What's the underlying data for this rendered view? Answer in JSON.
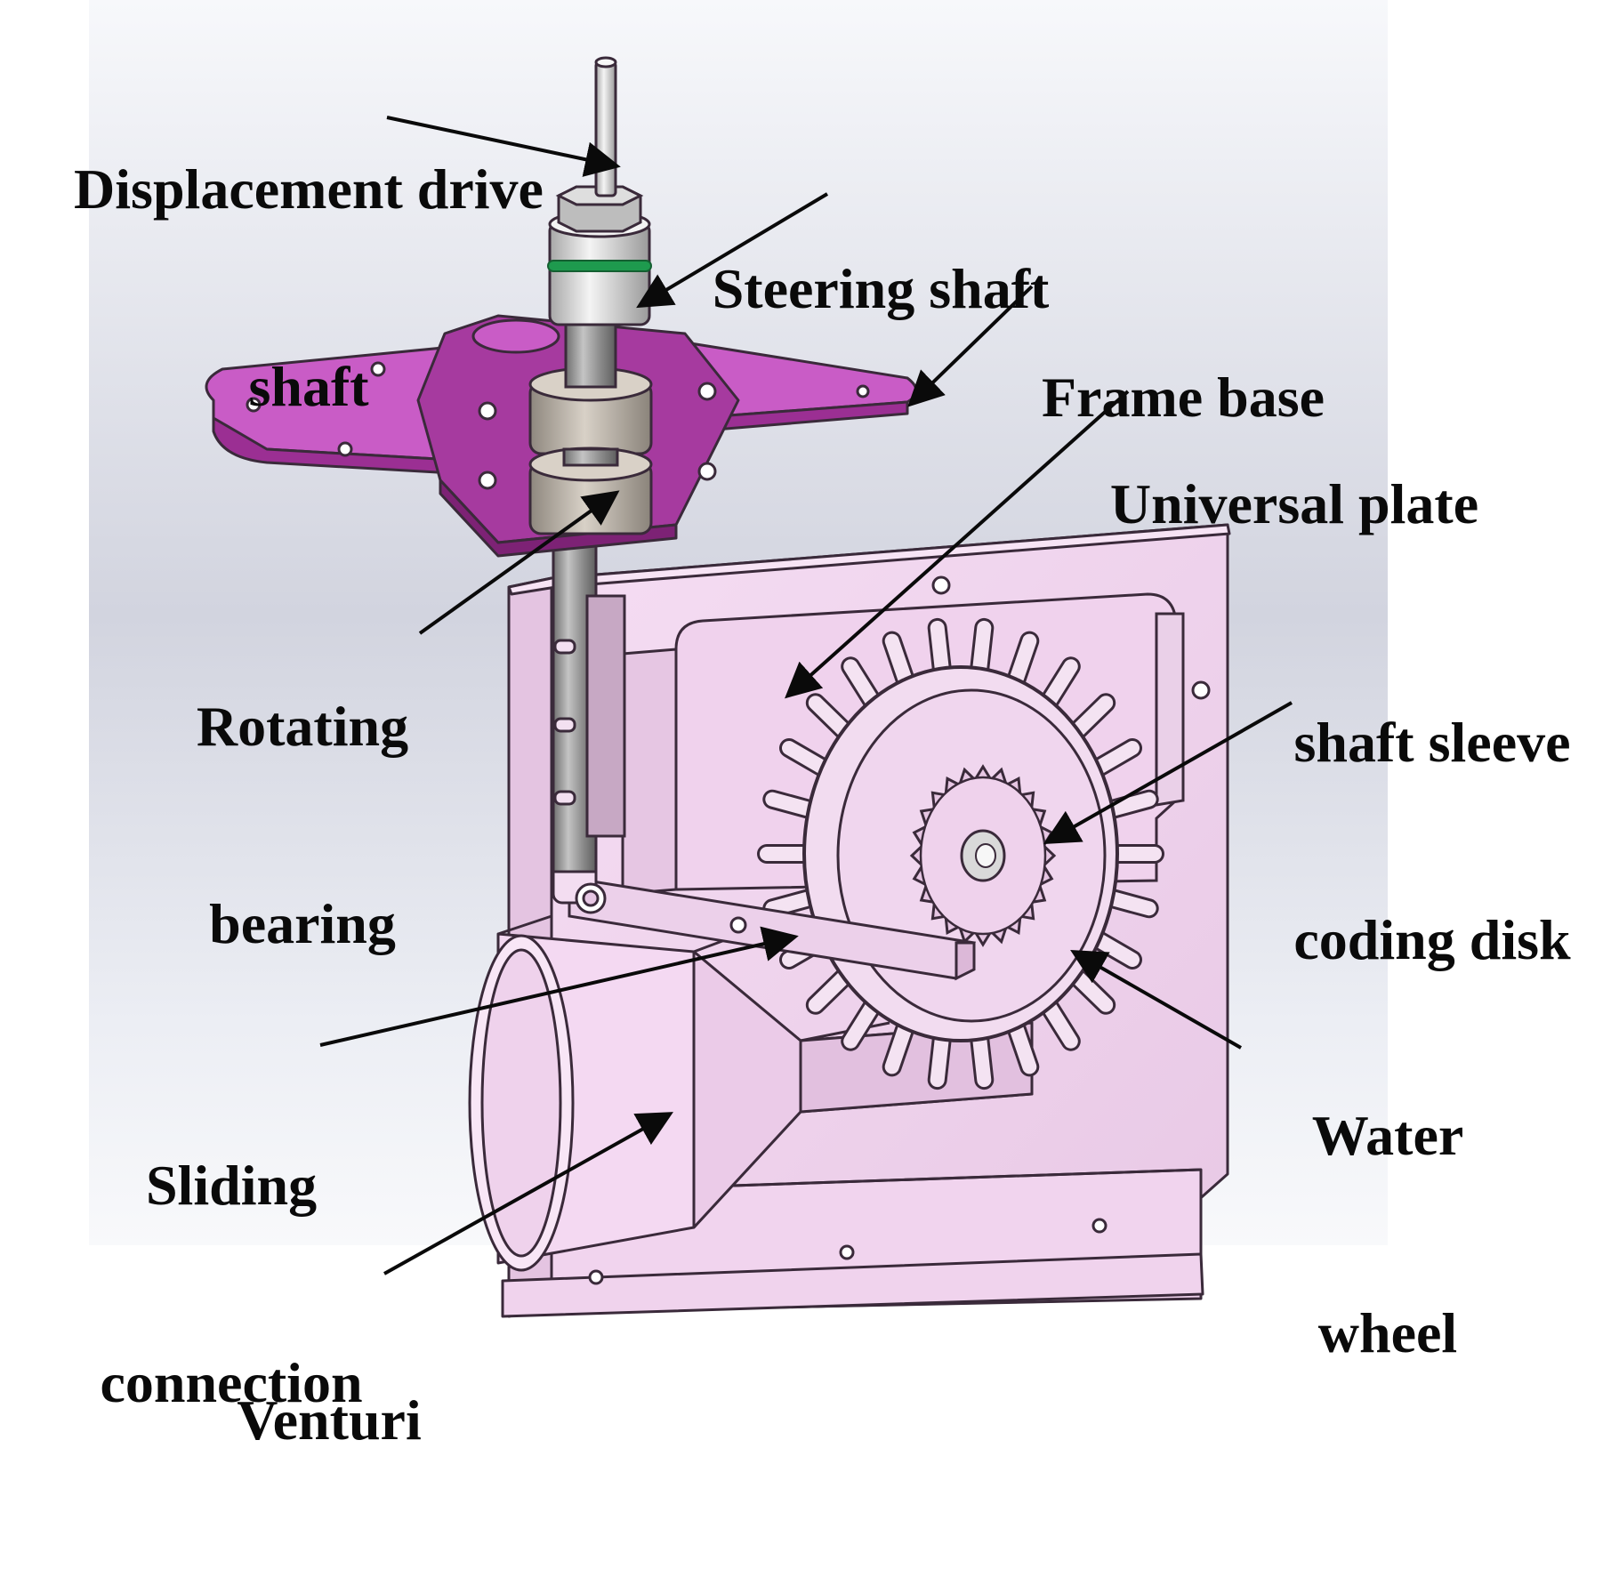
{
  "labels": {
    "displacement_drive_shaft": [
      "Displacement drive",
      "shaft"
    ],
    "steering_shaft": [
      "Steering shaft"
    ],
    "frame_base": [
      "Frame base"
    ],
    "universal_plate": [
      "Universal plate"
    ],
    "rotating_bearing": [
      "Rotating",
      "bearing"
    ],
    "shaft_sleeve_coding_disk": [
      "shaft sleeve",
      "coding disk"
    ],
    "water_wheel": [
      "Water",
      "wheel"
    ],
    "sliding_connection": [
      "Sliding",
      "connection"
    ],
    "venturi": [
      "Venturi"
    ]
  },
  "colors": {
    "background_light": "#eef0f6",
    "background_shade": "#c9cbd8",
    "frame_base": "#9b2f93",
    "frame_base_light": "#c95cc6",
    "plate": "#f3d8f1",
    "plate_shade": "#dcbad9",
    "outline": "#3a2a3a",
    "metal": "#9a9a9a",
    "metal_light": "#d8d8d8",
    "bearing": "#b8b0a6",
    "green_ring": "#1e9a4e",
    "label_text": "#0a0a0a"
  }
}
